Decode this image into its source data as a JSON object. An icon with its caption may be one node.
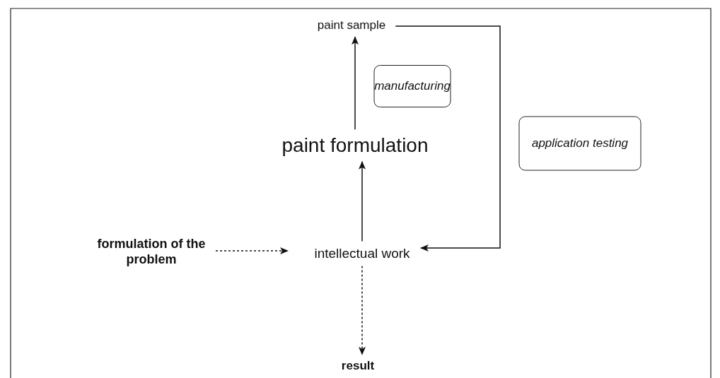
{
  "diagram": {
    "nodes": [
      {
        "text": [
          "paint sample"
        ]
      },
      {
        "text": [
          "manufacturing"
        ]
      },
      {
        "text": [
          "paint formulation"
        ]
      },
      {
        "text": [
          "application testing"
        ]
      },
      {
        "text": [
          "intellectual work"
        ]
      },
      {
        "text": [
          "formulation of the problem"
        ]
      },
      {
        "text": [
          "result"
        ]
      }
    ],
    "edges": [
      {
        "from": 2,
        "to": 0,
        "arrow": "to"
      },
      {
        "from": 4,
        "to": 2,
        "arrow": "to"
      },
      {
        "from": 0,
        "to": 4,
        "arrow": "to"
      },
      {
        "from": 5,
        "to": 4,
        "arrow": "to",
        "style": "dashed"
      },
      {
        "from": 4,
        "to": 6,
        "arrow": "to",
        "style": "dashed"
      }
    ]
  }
}
